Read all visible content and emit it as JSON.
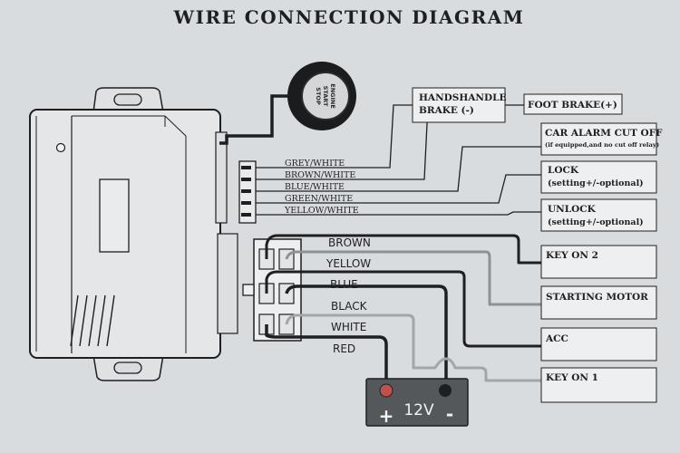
{
  "title": "WIRE CONNECTION DIAGRAM",
  "button": {
    "line1": "ENGINE",
    "line2": "START",
    "line3": "STOP"
  },
  "upper_wires": [
    "GREY/WHITE",
    "BROWN/WHITE",
    "BLUE/WHITE",
    "GREEN/WHITE",
    "YELLOW/WHITE"
  ],
  "lower_wires": [
    "BROWN",
    "YELLOW",
    "BLUE",
    "BLACK",
    "WHITE",
    "RED"
  ],
  "boxes": {
    "handbrake_l1": "HANDSHANDLE",
    "handbrake_l2": "BRAKE (-)",
    "foot_brake": "FOOT BRAKE(+)",
    "alarm_l1": "CAR ALARM CUT OFF",
    "alarm_l2": "(if equipped,and no cut off relay)",
    "lock_l1": "LOCK",
    "lock_l2": "(setting+/-optional)",
    "unlock_l1": "UNLOCK",
    "unlock_l2": "(setting+/-optional)",
    "key_on_2": "KEY ON 2",
    "starting_motor": "STARTING MOTOR",
    "acc": "ACC",
    "key_on_1": "KEY ON 1"
  },
  "battery": {
    "label": "12V",
    "plus": "+",
    "minus": "-"
  },
  "colors": {
    "background": "#d9dcdf",
    "ink": "#1e1f22",
    "box_fill": "#eeeff0",
    "battery_fill": "#55585b",
    "yellow_wire": "#8f9294",
    "grey_wire": "#a3a6a9",
    "red_terminal": "#c0504a"
  }
}
